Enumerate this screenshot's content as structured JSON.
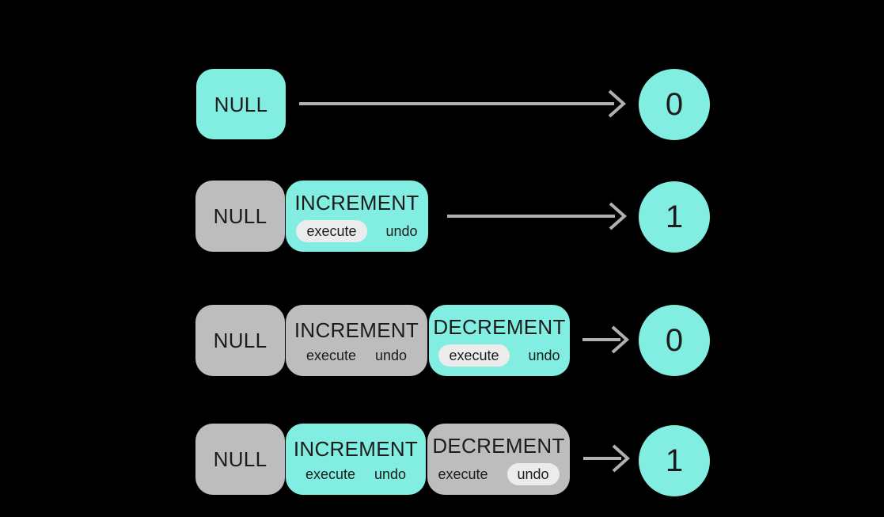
{
  "colors": {
    "background": "#000000",
    "active": "#82EDE1",
    "inactive": "#BDBDBD",
    "pill": "#ECECEC",
    "arrow": "#B0B0B0",
    "text": "#1C1C1C"
  },
  "rows": [
    {
      "boxes": [
        {
          "label": "NULL",
          "state": "active"
        }
      ],
      "result": "0"
    },
    {
      "boxes": [
        {
          "label": "NULL",
          "state": "inactive"
        },
        {
          "label": "INCREMENT",
          "state": "active",
          "actions": [
            {
              "label": "execute",
              "highlighted": true
            },
            {
              "label": "undo",
              "highlighted": false
            }
          ]
        }
      ],
      "result": "1"
    },
    {
      "boxes": [
        {
          "label": "NULL",
          "state": "inactive"
        },
        {
          "label": "INCREMENT",
          "state": "inactive",
          "actions": [
            {
              "label": "execute",
              "highlighted": false
            },
            {
              "label": "undo",
              "highlighted": false
            }
          ]
        },
        {
          "label": "DECREMENT",
          "state": "active",
          "actions": [
            {
              "label": "execute",
              "highlighted": true
            },
            {
              "label": "undo",
              "highlighted": false
            }
          ]
        }
      ],
      "result": "0"
    },
    {
      "boxes": [
        {
          "label": "NULL",
          "state": "inactive"
        },
        {
          "label": "INCREMENT",
          "state": "active",
          "actions": [
            {
              "label": "execute",
              "highlighted": false
            },
            {
              "label": "undo",
              "highlighted": false
            }
          ]
        },
        {
          "label": "DECREMENT",
          "state": "inactive",
          "actions": [
            {
              "label": "execute",
              "highlighted": false
            },
            {
              "label": "undo",
              "highlighted": true
            }
          ]
        }
      ],
      "result": "1"
    }
  ]
}
